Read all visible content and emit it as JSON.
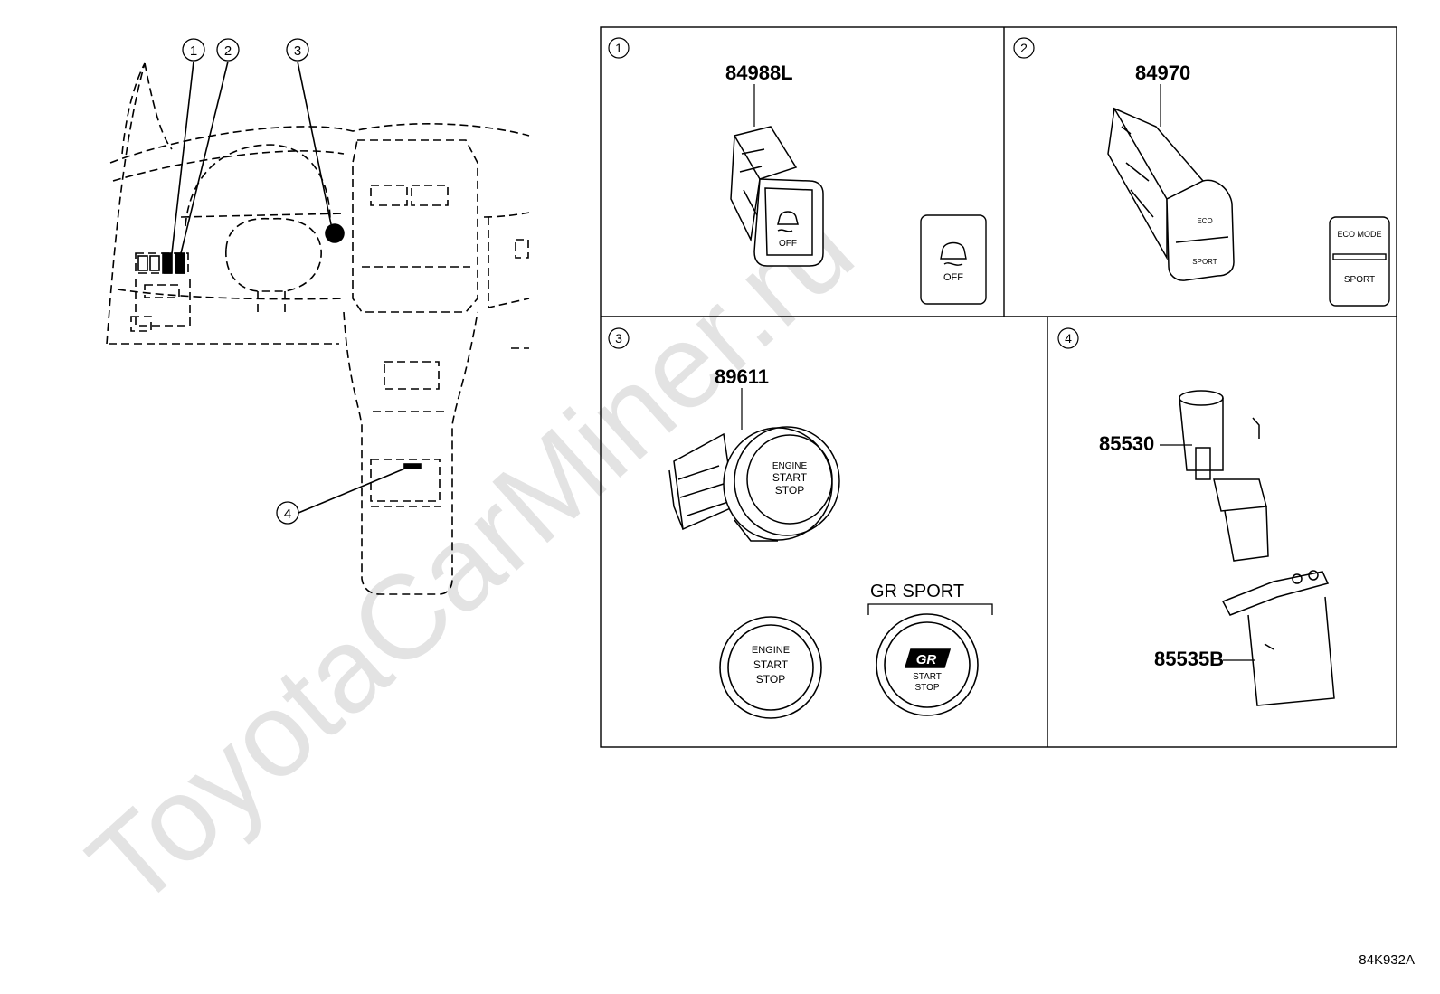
{
  "callouts": [
    "1",
    "2",
    "3",
    "4"
  ],
  "panels": [
    {
      "id": "1",
      "part_number": "84988L",
      "inset_text": "OFF",
      "switch_text": "OFF"
    },
    {
      "id": "2",
      "part_number": "84970",
      "inset_top": "ECO MODE",
      "inset_bottom": "SPORT"
    },
    {
      "id": "3",
      "part_number": "89611",
      "button_text": [
        "ENGINE",
        "START",
        "STOP"
      ],
      "variant_label": "GR SPORT",
      "gr_button_text": [
        "START",
        "STOP"
      ]
    },
    {
      "id": "4",
      "part_numbers": [
        "85530",
        "85535B"
      ]
    }
  ],
  "watermark": "ToyotaCarMiner.ru",
  "diagram_code": "84K932A"
}
